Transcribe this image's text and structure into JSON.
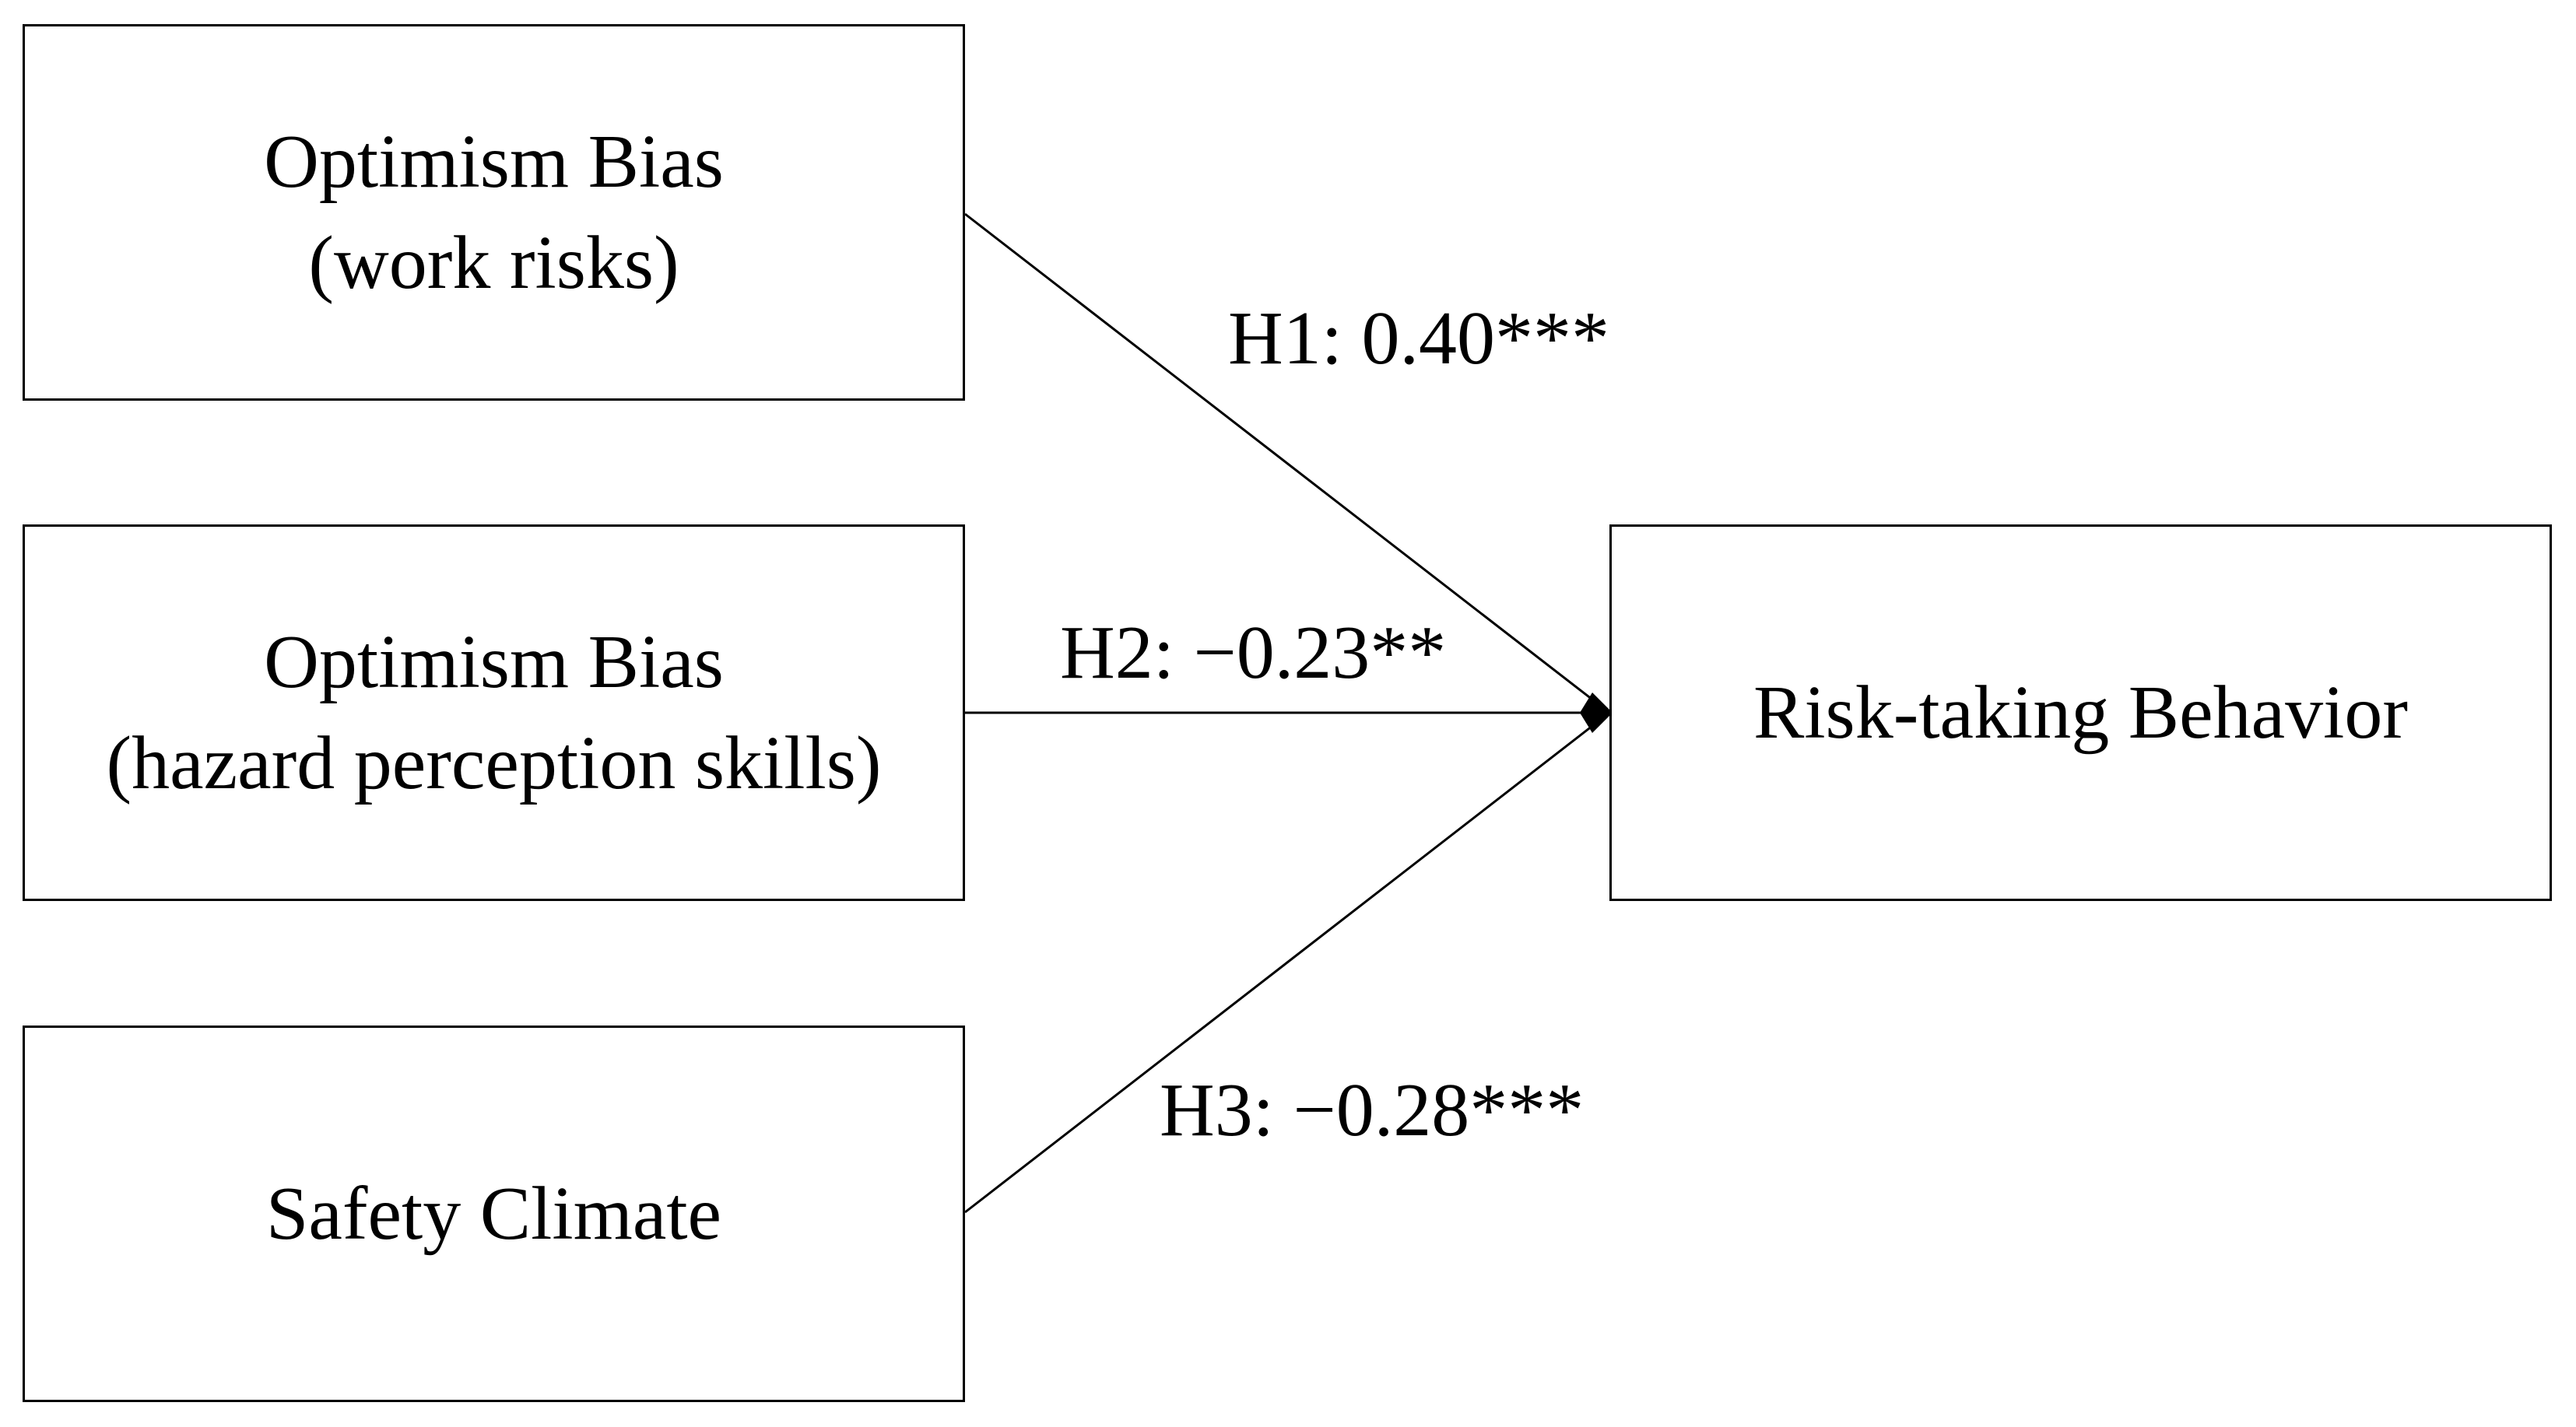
{
  "nodes": {
    "optimism_work": {
      "line1": "Optimism Bias",
      "line2": "(work risks)"
    },
    "optimism_hazard": {
      "line1": "Optimism Bias",
      "line2": "(hazard perception skills)"
    },
    "safety_climate": {
      "line1": "Safety Climate"
    },
    "risk_taking": {
      "line1": "Risk-taking Behavior"
    }
  },
  "paths": {
    "h1": {
      "label": "H1: 0.40***"
    },
    "h2": {
      "label": "H2: −0.23**"
    },
    "h3": {
      "label": "H3: −0.28***"
    }
  },
  "colors": {
    "stroke": "#000000",
    "background": "#ffffff"
  }
}
